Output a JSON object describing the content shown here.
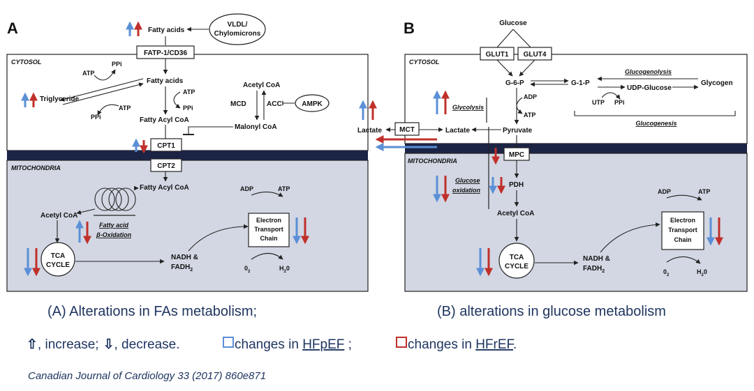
{
  "panel_a": {
    "letter": "A",
    "cytosol": "CYTOSOL",
    "mitochondria": "MITOCHONDRIA",
    "vldl_line1": "VLDL/",
    "vldl_line2": "Chylomicrons",
    "fatty_acids": "Fatty acids",
    "fatp": "FATP-1/CD36",
    "atp": "ATP",
    "ppi": "PPi",
    "triglyceride": "Triglyceride",
    "fatty_acyl_coa": "Fatty Acyl CoA",
    "acetyl_coa_top": "Acetyl CoA",
    "mcd": "MCD",
    "acc": "ACC",
    "ampk": "AMPK",
    "malonyl_coa": "Malonyl CoA",
    "cpt1": "CPT1",
    "cpt2": "CPT2",
    "fatty_acid_ox_1": "Fatty acid",
    "fatty_acid_ox_2": "β-Oxidation",
    "acetyl_coa": "Acetyl CoA",
    "tca_1": "TCA",
    "tca_2": "CYCLE",
    "nadh_1": "NADH &",
    "nadh_2": "FADH",
    "nadh_sub": "2",
    "adp": "ADP",
    "etc_1": "Electron",
    "etc_2": "Transport",
    "etc_3": "Chain",
    "o2": "0",
    "o2_sub": "2",
    "h2o_a": "H",
    "h2o_sub": "2",
    "h2o_b": "0"
  },
  "panel_b": {
    "letter": "B",
    "cytosol": "CYTOSOL",
    "mitochondria": "MITOCHONDRIA",
    "glucose": "Glucose",
    "glut1": "GLUT1",
    "glut4": "GLUT4",
    "g6p": "G-6-P",
    "g1p": "G-1-P",
    "glycogen": "Glycogen",
    "glucogenolysis": "Glucogenolysis",
    "udp_glucose": "UDP-Glucose",
    "utp": "UTP",
    "ppi": "PPi",
    "glucogenesis": "Glucogenesis",
    "adp": "ADP",
    "atp": "ATP",
    "glycolysis": "Glycolysis",
    "lactate_out": "Lactate",
    "mct": "MCT",
    "lactate_in": "Lactate",
    "pyruvate": "Pyruvate",
    "mpc": "MPC",
    "pdh": "PDH",
    "glucose_ox_1": "Glucose",
    "glucose_ox_2": "oxidation",
    "acetyl_coa": "Acetyl CoA",
    "tca_1": "TCA",
    "tca_2": "CYCLE",
    "nadh_1": "NADH &",
    "nadh_2": "FADH",
    "nadh_sub": "2",
    "etc_1": "Electron",
    "etc_2": "Transport",
    "etc_3": "Chain",
    "o2": "0",
    "o2_sub": "2",
    "h2o_a": "H",
    "h2o_sub": "2",
    "h2o_b": "0"
  },
  "captions": {
    "a": "(A) Alterations in FAs metabolism;",
    "b": "(B) alterations in glucose metabolism"
  },
  "legend": {
    "increase_symbol": "⇧",
    "increase_text": ", increase;",
    "decrease_symbol": "⇩",
    "decrease_text": ", decrease.",
    "hfpef_text": " changes in ",
    "hfpef": "HFpEF",
    "sep": " ;",
    "hfref_text": " changes in ",
    "hfref": "HFrEF",
    "end": "."
  },
  "source": "Canadian Journal of Cardiology 33 (2017) 860e871",
  "colors": {
    "hfpef": "#5b8fd6",
    "hfref": "#c0302a",
    "mito_bg": "#d2d7e3",
    "membrane": "#1c2446",
    "text_blue": "#1f3560"
  }
}
